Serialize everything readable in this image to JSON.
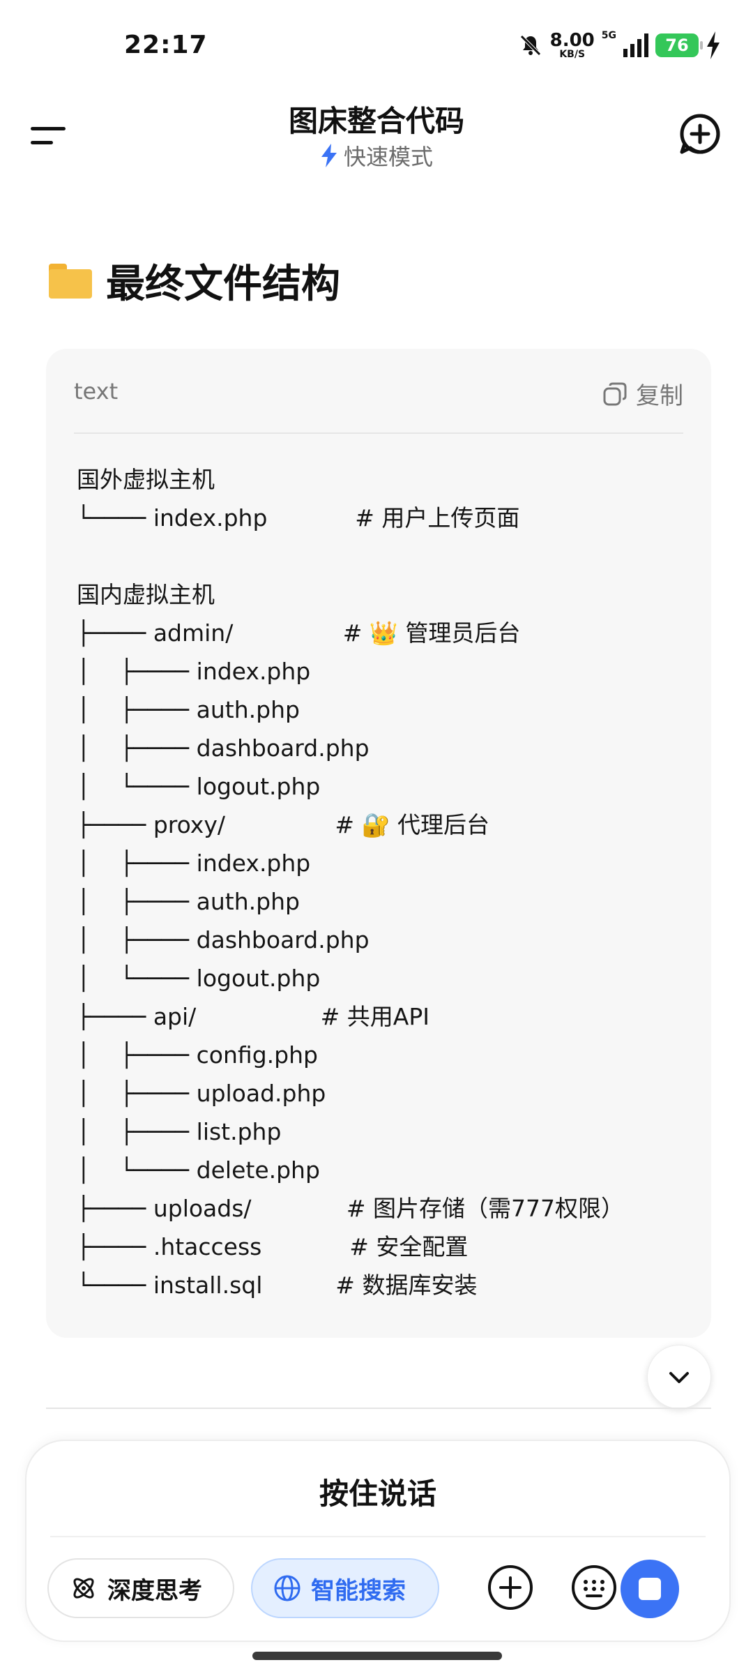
{
  "status_bar": {
    "time": "22:17",
    "net_speed": "8.00",
    "net_unit": "KB/S",
    "network": "5G",
    "battery": "76"
  },
  "header": {
    "title": "图床整合代码",
    "mode": "快速模式"
  },
  "content": {
    "heading": "最终文件结构",
    "code_block": {
      "language": "text",
      "copy_label": "复制",
      "code": "国外虚拟主机\n└──── index.php            # 用户上传页面\n\n国内虚拟主机\n├──── admin/               # 👑 管理员后台\n│    ├──── index.php\n│    ├──── auth.php\n│    ├──── dashboard.php\n│    └──── logout.php\n├──── proxy/               # 🔐 代理后台\n│    ├──── index.php\n│    ├──── auth.php\n│    ├──── dashboard.php\n│    └──── logout.php\n├──── api/                 # 共用API\n│    ├──── config.php\n│    ├──── upload.php\n│    ├──── list.php\n│    └──── delete.php\n├──── uploads/             # 图片存储（需777权限）\n├──── .htaccess            # 安全配置\n└──── install.sql          # 数据库安装"
    }
  },
  "input_panel": {
    "hold_to_talk": "按住说话",
    "deep_think": "深度思考",
    "smart_search": "智能搜索"
  },
  "colors": {
    "accent": "#3b73f5",
    "battery": "#34c759",
    "code_bg": "#f7f7f7"
  },
  "icons": [
    "menu-icon",
    "lightning-icon",
    "new-chat-icon",
    "folder-icon",
    "copy-icon",
    "chevron-down-icon",
    "atom-icon",
    "globe-icon",
    "plus-icon",
    "keyboard-icon",
    "stop-icon"
  ]
}
